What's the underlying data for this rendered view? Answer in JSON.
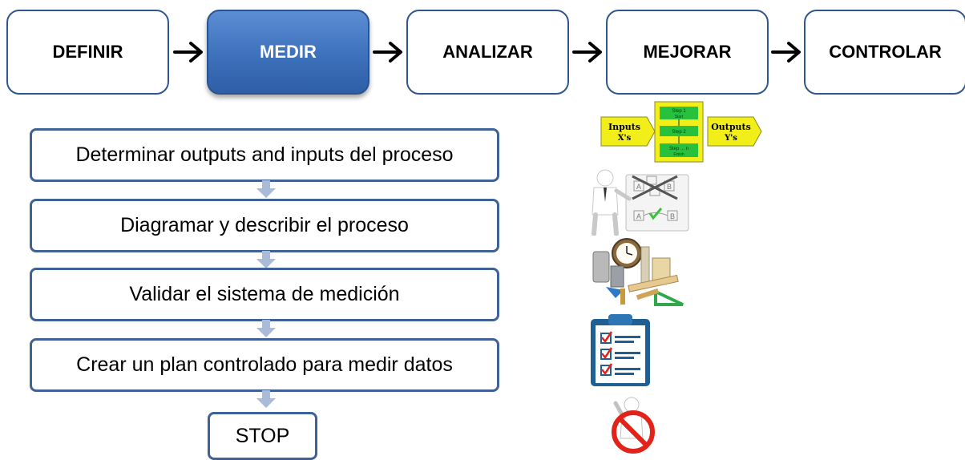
{
  "phases": [
    {
      "label": "DEFINIR"
    },
    {
      "label": "MEDIR",
      "active": true
    },
    {
      "label": "ANALIZAR"
    },
    {
      "label": "MEJORAR"
    },
    {
      "label": "CONTROLAR"
    }
  ],
  "steps": [
    {
      "label": "Determinar outputs and inputs del proceso"
    },
    {
      "label": "Diagramar y describir el proceso"
    },
    {
      "label": "Validar el sistema de medición"
    },
    {
      "label": "Crear un plan controlado para medir datos"
    }
  ],
  "stop": {
    "label": "STOP"
  },
  "illustrations": {
    "process_map": {
      "inputs_label": "Inputs",
      "inputs_sub": "X's",
      "step1": "Step 1",
      "step1_sub": "Start",
      "step2": "Step 2",
      "step3": "Step ... n",
      "step3_sub": "Finish",
      "outputs_label": "Outputs",
      "outputs_sub": "Y's"
    },
    "presenter_board": {
      "a_label": "A",
      "b_label": "B"
    }
  },
  "colors": {
    "accent_blue": "#3f73bd",
    "box_border": "#3f6196",
    "connector": "#a9bbd9",
    "process_yellow": "#f2ee1a",
    "process_green": "#27c13d",
    "no_sign_red": "#e2231a"
  }
}
